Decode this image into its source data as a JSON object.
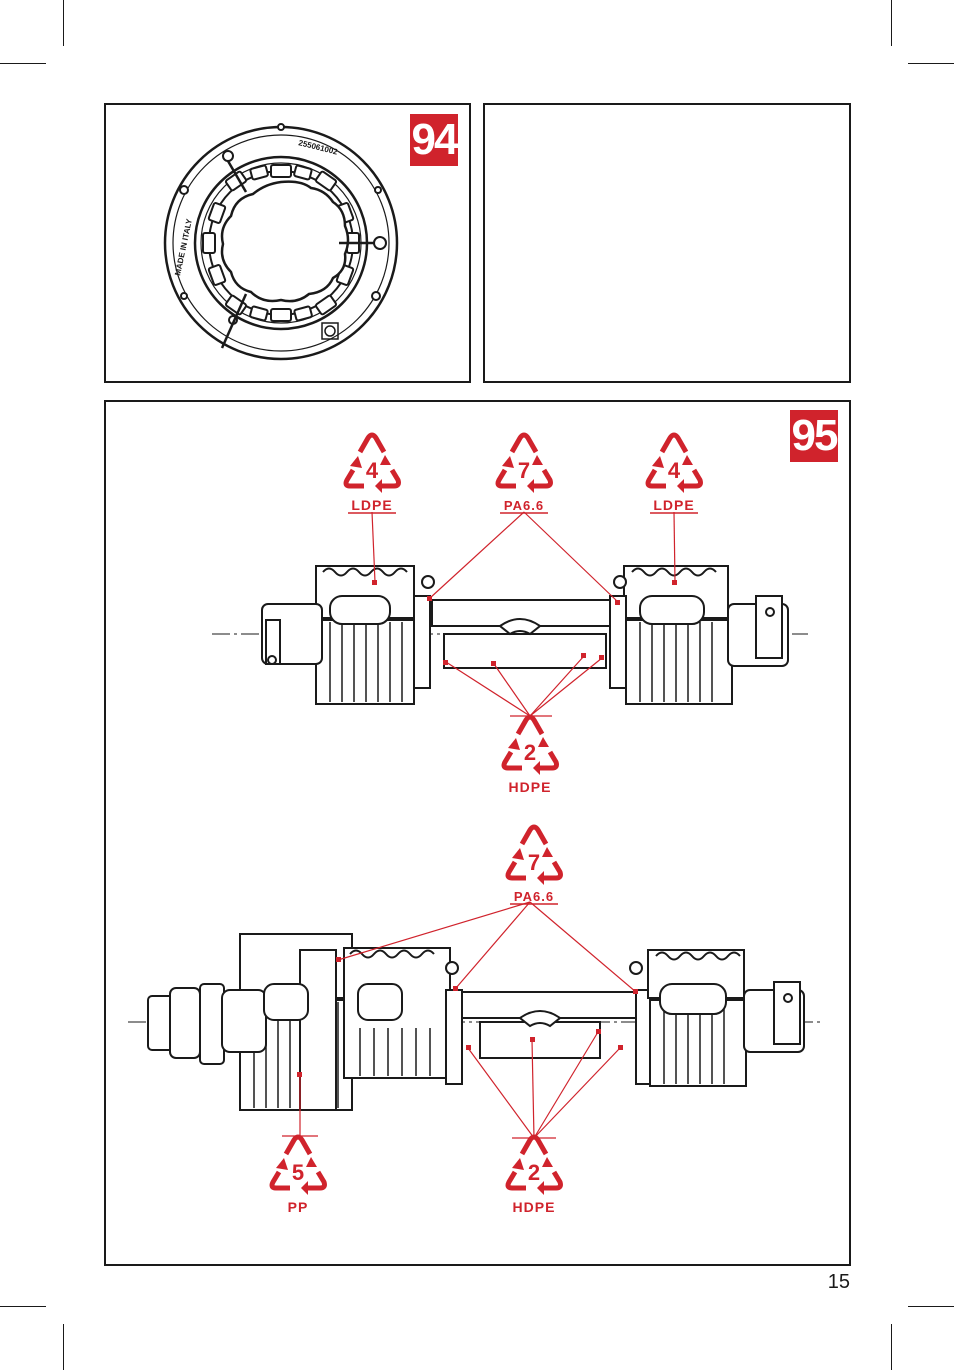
{
  "page": {
    "number": "15"
  },
  "figure_94": {
    "badge": "94",
    "markings": {
      "country": "MADE IN ITALY",
      "part_number": "255061002"
    }
  },
  "figure_95": {
    "badge": "95",
    "top_shaft": {
      "labels": [
        {
          "code": "4",
          "material": "LDPE"
        },
        {
          "code": "7",
          "material": "PA6.6"
        },
        {
          "code": "4",
          "material": "LDPE"
        },
        {
          "code": "2",
          "material": "HDPE"
        }
      ]
    },
    "bottom_shaft": {
      "labels": [
        {
          "code": "7",
          "material": "PA6.6"
        },
        {
          "code": "5",
          "material": "PP"
        },
        {
          "code": "2",
          "material": "HDPE"
        }
      ]
    }
  },
  "colors": {
    "accent": "#d0232c",
    "ink": "#1a1a1a"
  },
  "icons": [
    "recycling-triangle-icon",
    "trademark-ring-icon"
  ]
}
